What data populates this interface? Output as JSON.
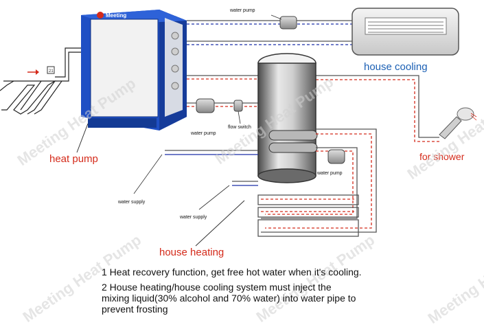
{
  "labels": {
    "heat_pump": "heat pump",
    "house_cooling": "house cooling",
    "for_shower": "for shower",
    "house_heating": "house heating",
    "water_pump_top": "water pump",
    "water_pump_left": "water pump",
    "water_pump_right": "water pump",
    "flow_switch": "flow switch",
    "water_supply_1": "water supply",
    "water_supply_2": "water supply",
    "brand": "Meeting"
  },
  "watermark": "Meeting Heat Pump",
  "notes": {
    "line1": "1 Heat recovery function, get free hot water when it's cooling.",
    "line2a": "2 House heating/house cooling system must inject the",
    "line2b": "mixing liquid(30% alcohol and 70% water) into water pipe to",
    "line2c": "prevent frosting"
  },
  "colors": {
    "cold_pipe": "#1a2fa8",
    "hot_pipe": "#d42a1a",
    "heat_pump_blue": "#1f4fc4",
    "label_red": "#d42a1a",
    "label_blue": "#1a5fb4"
  }
}
